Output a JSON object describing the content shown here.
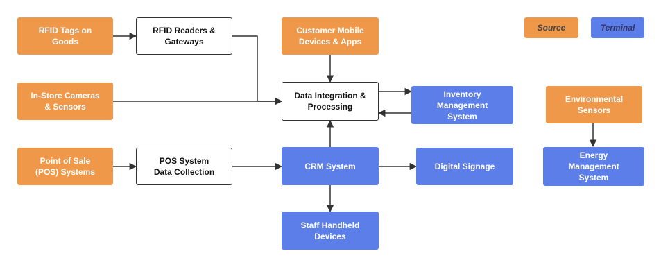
{
  "legend": {
    "source": "Source",
    "terminal": "Terminal"
  },
  "nodes": {
    "rfid_tags": "RFID Tags on\nGoods",
    "rfid_readers": "RFID Readers &\nGateways",
    "customer_mobile": "Customer Mobile\nDevices & Apps",
    "cameras": "In-Store Cameras\n& Sensors",
    "data_integration": "Data Integration &\nProcessing",
    "inventory": "Inventory\nManagement\nSystem",
    "env_sensors": "Environmental\nSensors",
    "pos": "Point of Sale\n(POS) Systems",
    "pos_collection": "POS System\nData Collection",
    "crm": "CRM System",
    "digital_signage": "Digital Signage",
    "energy": "Energy\nManagement\nSystem",
    "staff_handheld": "Staff Handheld\nDevices"
  },
  "colors": {
    "source": "#f0984a",
    "terminal": "#5b7ee8",
    "edge": "#333333"
  }
}
